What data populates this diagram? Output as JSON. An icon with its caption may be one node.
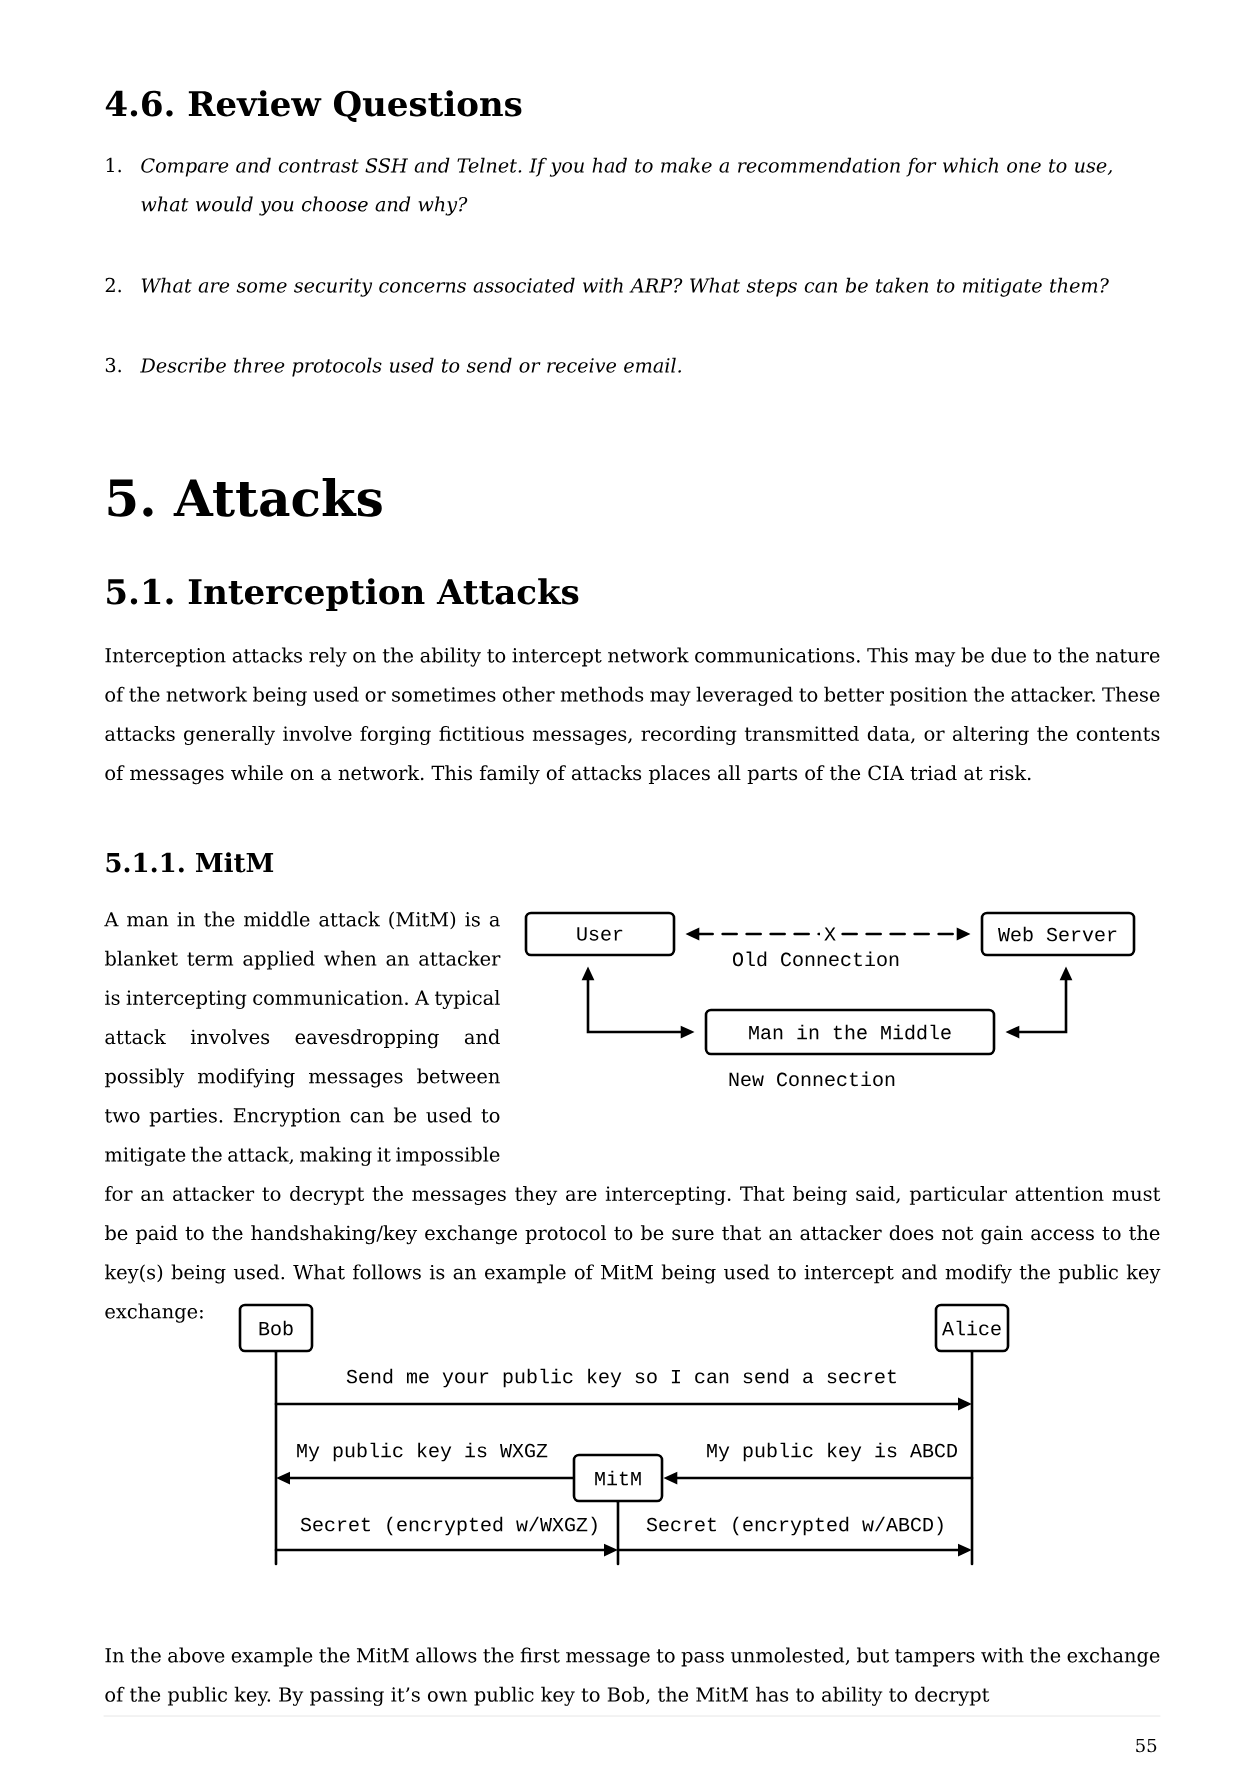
{
  "diagram": {
    "nodes": [
      {
        "text": [
          "User"
        ]
      },
      {
        "text": [
          "Web Server"
        ]
      },
      {
        "text": [
          "Man in the Middle"
        ]
      },
      {
        "text": [
          "Bob"
        ]
      },
      {
        "text": [
          "Alice"
        ]
      },
      {
        "text": [
          "MitM"
        ]
      }
    ],
    "edges": [
      {
        "from": 0,
        "to": 1,
        "arrow": "both",
        "style": "dashed",
        "label": "X"
      },
      {
        "from": 0,
        "to": 2,
        "arrow": "both"
      },
      {
        "from": 2,
        "to": 1,
        "arrow": "both"
      },
      {
        "from": 3,
        "to": 4,
        "arrow": "to",
        "label": "Send me your public key so I can send a secret"
      },
      {
        "from": 4,
        "to": 5,
        "arrow": "to",
        "label": "My public key is ABCD"
      },
      {
        "from": 5,
        "to": 3,
        "arrow": "to",
        "label": "My public key is WXGZ"
      },
      {
        "from": 3,
        "to": 5,
        "arrow": "to",
        "label": "Secret (encrypted w/WXGZ)"
      },
      {
        "from": 5,
        "to": 4,
        "arrow": "to",
        "label": "Secret (encrypted w/ABCD)"
      }
    ],
    "labels": [
      "4.6. Review Questions",
      "1.",
      "Compare and contrast SSH and Telnet. If you had to make a recommendation for which one to use, what would you choose and why?",
      "2.",
      "What are some security concerns associated with ARP? What steps can be taken to mitigate them?",
      "3.",
      "Describe three protocols used to send or receive email.",
      "5. Attacks",
      "5.1. Interception Attacks",
      "Interception attacks rely on the ability to intercept network communications. This may be due to the nature of the network being used or sometimes other methods may leveraged to better position the attacker. These attacks generally involve forging fictitious messages, recording transmitted data, or altering the contents of messages while on a network. This family of attacks places all parts of the CIA triad at risk.",
      "5.1.1. MitM",
      "A man in the middle attack (MitM) is a blanket term applied when an attacker is intercepting communication. A typical attack involves eavesdropping and possibly modifying messages between two parties. Encryption can be used to mitigate the attack, making it impossible for an attacker to decrypt the messages they are intercepting. That being said, particular attention must be paid to the handshaking/key exchange protocol to be sure that an attacker does not gain access to the key(s) being used. What follows is an example of MitM being used to intercept and modify the public key exchange:",
      "Old Connection",
      "New Connection",
      "In the above example the MitM allows the first message to pass unmolested, but tampers with the exchange of the public key. By passing it’s own public key to Bob, the MitM has to ability to decrypt",
      "55"
    ]
  }
}
